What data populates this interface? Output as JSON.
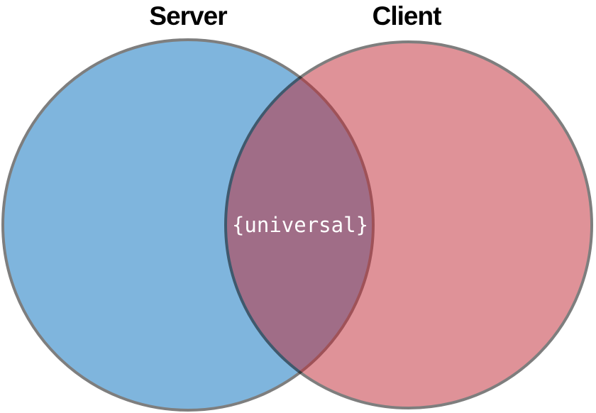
{
  "figure": {
    "type": "venn-diagram",
    "left_set": {
      "label": "Server"
    },
    "right_set": {
      "label": "Client"
    },
    "intersection": {
      "label": "{universal}"
    }
  },
  "colors": {
    "server_fill": "#016dbd",
    "client_fill": "#c12733",
    "server_fill_apparent": "#80b6de",
    "client_fill_apparent": "#e09399",
    "overlap_apparent": "#a06e85",
    "circle_stroke": "#000000",
    "title_text": "#000000",
    "overlap_text": "#ffffff",
    "background": "#ffffff"
  }
}
